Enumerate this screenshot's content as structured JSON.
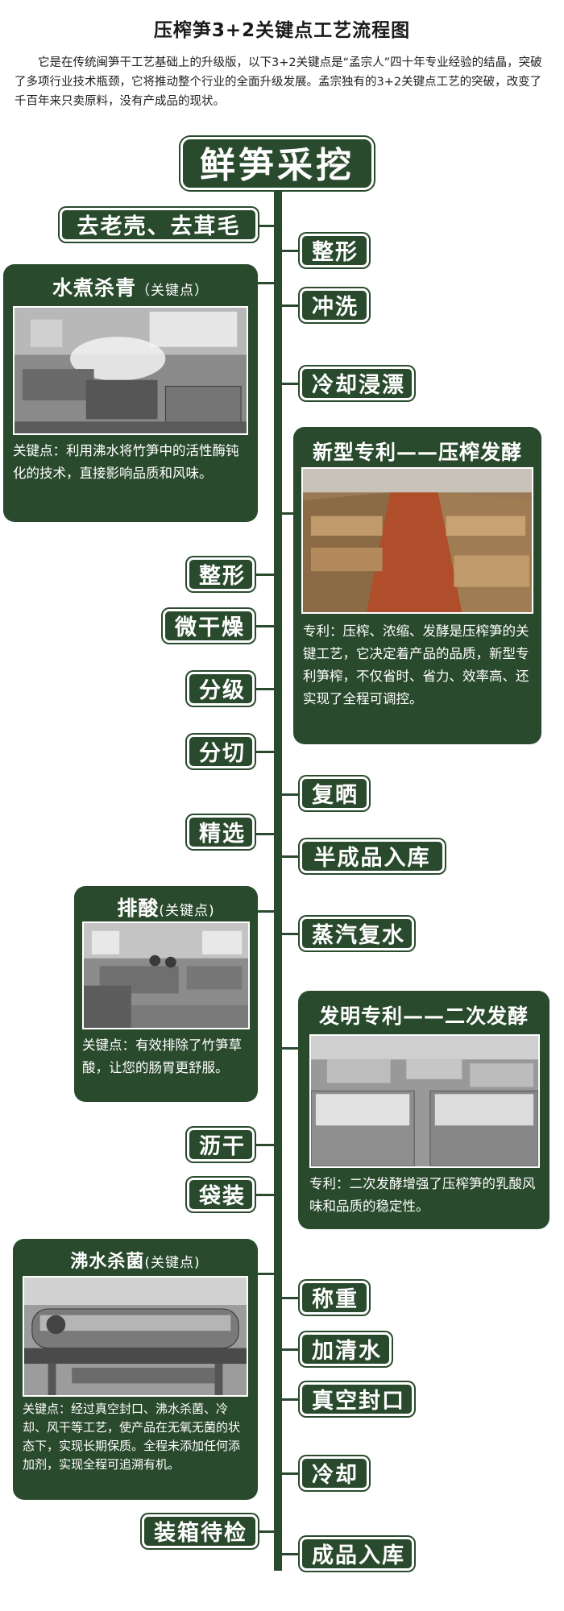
{
  "header": {
    "title": "压榨笋3+2关键点工艺流程图",
    "intro": "它是在传统闽笋干工艺基础上的升级版，以下3+2关键点是“孟宗人”四十年专业经验的结晶，突破了多项行业技术瓶颈，它将推动整个行业的全面升级发展。孟宗独有的3+2关键点工艺的突破，改变了千百年来只卖原料，没有产成品的现状。"
  },
  "flow": {
    "start": "鲜笋采挖",
    "steps": {
      "s01": "去老壳、去茸毛",
      "s02": "整形",
      "s03": "冲洗",
      "s04": "冷却浸漂",
      "s05": "整形",
      "s06": "微干燥",
      "s07": "分级",
      "s08": "分切",
      "s09": "复晒",
      "s10": "精选",
      "s11": "半成品入库",
      "s12": "蒸汽复水",
      "s13": "沥干",
      "s14": "袋装",
      "s15": "称重",
      "s16": "加清水",
      "s17": "真空封口",
      "s18": "冷却",
      "s19": "装箱待检",
      "s20": "成品入库"
    }
  },
  "cards": {
    "blanching": {
      "title": "水煮杀青",
      "tag": "（关键点）",
      "desc": "关键点：利用沸水将竹笋中的活性酶钝化的技术，直接影响品质和风味。"
    },
    "press_ferment": {
      "title": "新型专利——压榨发酵",
      "desc": "专利：压榨、浓缩、发酵是压榨笋的关键工艺，它决定着产品的品质，新型专利笋榨，不仅省时、省力、效率高、还实现了全程可调控。"
    },
    "deacid": {
      "title": "排酸",
      "tag": "(关键点)",
      "desc": "关键点：有效排除了竹笋草酸，让您的肠胃更舒服。"
    },
    "second_ferment": {
      "title": "发明专利——二次发酵",
      "desc": "专利：二次发酵增强了压榨笋的乳酸风味和品质的稳定性。"
    },
    "sterilize": {
      "title": "沸水杀菌",
      "tag": "(关键点)",
      "desc": "关键点：经过真空封口、沸水杀菌、冷却、风干等工艺，使产品在无氧无菌的状态下，实现长期保质。全程未添加任何添加剂，实现全程可追溯有机。"
    }
  },
  "colors": {
    "primary": "#2a4a2d",
    "text": "#ffffff",
    "page": "#ffffff"
  }
}
